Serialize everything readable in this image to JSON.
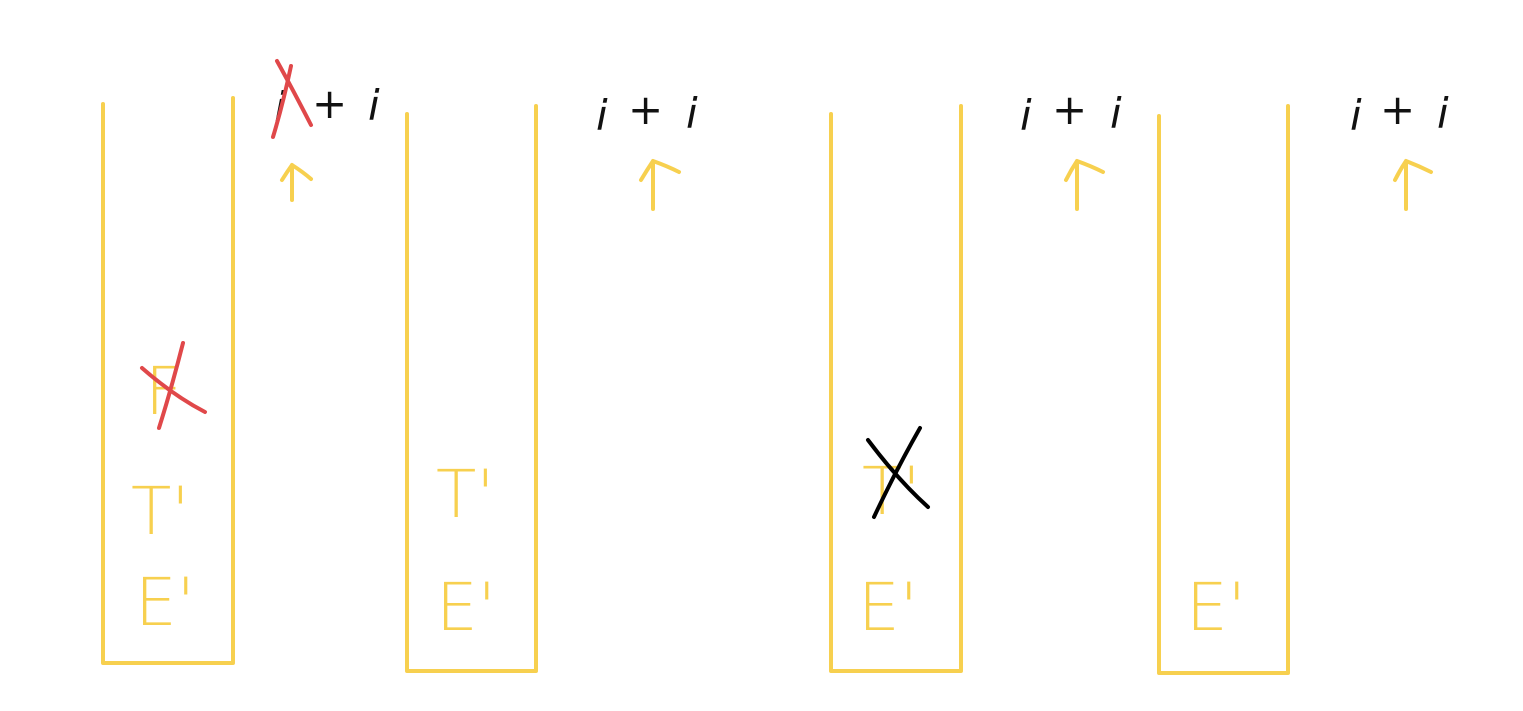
{
  "colors": {
    "stack": "#F7D04F",
    "ink": "#111111",
    "strike_red": "#E0484A",
    "strike_black": "#000000"
  },
  "icons": {
    "pointer": "up-arrow-icon",
    "strike": "cross-out-icon"
  },
  "frames": [
    {
      "input": {
        "first": "i",
        "op": "+",
        "second": "i",
        "first_struck": true
      },
      "stack": [
        {
          "symbol": "T'",
          "struck": false
        },
        {
          "symbol": "E'",
          "struck": false
        }
      ],
      "stack_top_struck": {
        "symbol": "F",
        "struck_color": "red"
      }
    },
    {
      "input": {
        "first": "i",
        "op": "+",
        "second": "i",
        "first_struck": false
      },
      "stack": [
        {
          "symbol": "T'",
          "struck": false
        },
        {
          "symbol": "E'",
          "struck": false
        }
      ]
    },
    {
      "input": {
        "first": "i",
        "op": "+",
        "second": "i",
        "first_struck": false
      },
      "stack": [
        {
          "symbol": "T'",
          "struck": true
        },
        {
          "symbol": "E'",
          "struck": false
        }
      ]
    },
    {
      "input": {
        "first": "i",
        "op": "+",
        "second": "i",
        "first_struck": false
      },
      "stack": [
        {
          "symbol": "E'",
          "struck": false
        }
      ]
    }
  ]
}
